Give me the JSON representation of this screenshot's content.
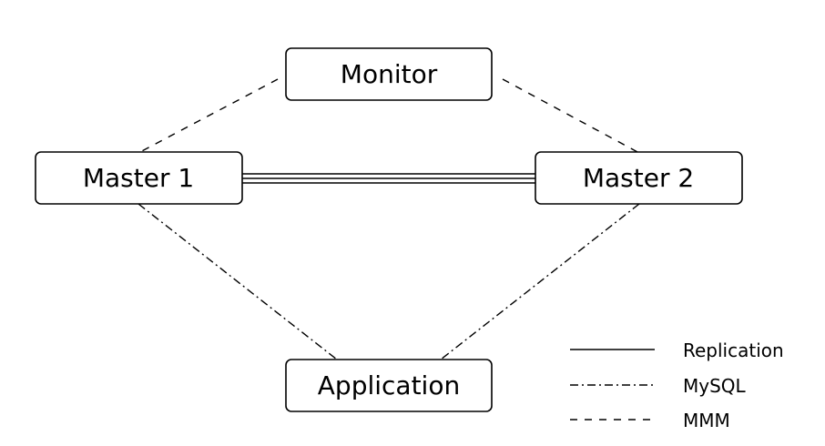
{
  "nodes": {
    "monitor": "Monitor",
    "master1": "Master 1",
    "master2": "Master 2",
    "application": "Application"
  },
  "legend": {
    "replication": "Replication",
    "mysql": "MySQL",
    "mmm": "MMM"
  },
  "colors": {
    "line": "#000000",
    "box_fill": "#ffffff",
    "background": "#ffffff"
  }
}
